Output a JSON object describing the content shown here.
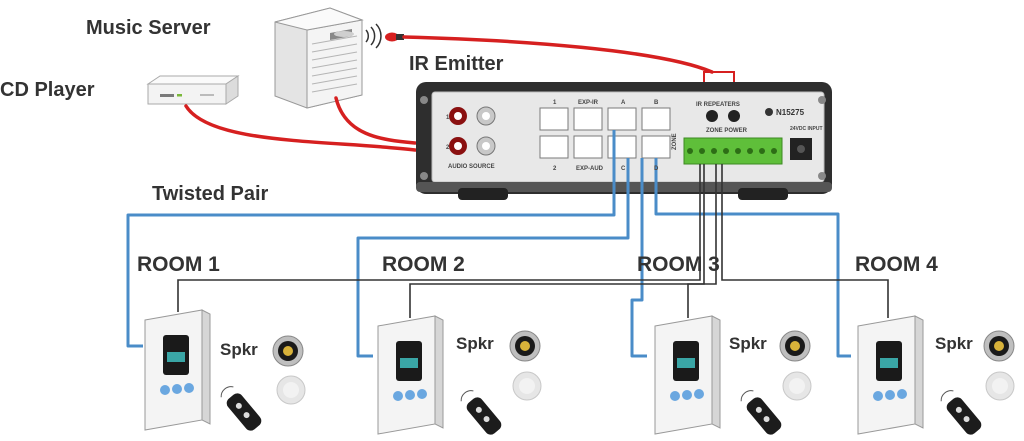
{
  "labels": {
    "music_server": "Music Server",
    "cd_player": "CD Player",
    "ir_emitter": "IR Emitter",
    "twisted_pair": "Twisted Pair"
  },
  "hub": {
    "model": "N15275",
    "audio_source": "AUDIO SOURCE",
    "ir_repeaters": "IR REPEATERS",
    "zone_power": "ZONE POWER",
    "zone": "ZONE",
    "exp_ir": "EXP-IR",
    "exp_aud": "EXP-AUD",
    "port_labels_top": [
      "1",
      "EXP-IR",
      "A",
      "B"
    ],
    "port_labels_bottom": [
      "2",
      "EXP-AUD",
      "C",
      "D"
    ],
    "input_1": "1",
    "input_2": "2",
    "power_input": "24VDC INPUT"
  },
  "rooms": [
    {
      "label": "ROOM 1",
      "speaker_label": "Spkr"
    },
    {
      "label": "ROOM 2",
      "speaker_label": "Spkr"
    },
    {
      "label": "ROOM 3",
      "speaker_label": "Spkr"
    },
    {
      "label": "ROOM 4",
      "speaker_label": "Spkr"
    }
  ],
  "colors": {
    "audio_cable": "#d62020",
    "twisted_pair_cable": "#4a8cc8",
    "speaker_wire": "#333333",
    "hub_body": "#3a3a3a",
    "terminal_block": "#5fbf3a"
  }
}
